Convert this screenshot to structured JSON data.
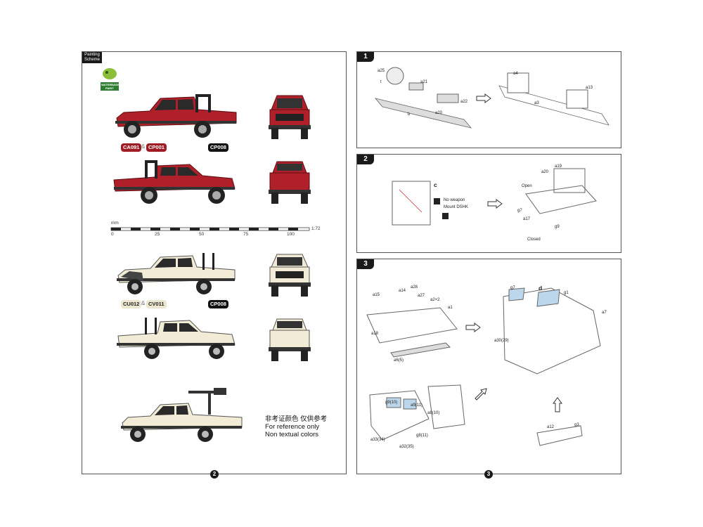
{
  "left_page": {
    "tag_line1": "Painting",
    "tag_line2": "Scheme",
    "logo_text_line1": "WATERBASED",
    "logo_text_line2": "PAINT",
    "red_codes": [
      "CA091",
      "CP001"
    ],
    "red_ampersand": "&",
    "red_black_code": "CP008",
    "cream_codes": [
      "CU012",
      "CV011"
    ],
    "cream_ampersand": "&",
    "cream_black_code": "CP008",
    "scale": {
      "unit": "mm",
      "ticks": [
        "0",
        "25",
        "50",
        "75",
        "100"
      ],
      "ratio": "1:72"
    },
    "note": {
      "chinese": "非考证颜色 仅供参考",
      "line1": "For reference only",
      "line2": "Non textual colors"
    },
    "page_number": "2",
    "colors": {
      "red_body": "#b0202a",
      "cream_body": "#f2ecd6",
      "dark": "#1a1a1a"
    }
  },
  "right_page": {
    "page_number": "3",
    "step1": {
      "number": "1",
      "labels": [
        "a25",
        "t",
        "a21",
        "b",
        "a20",
        "a22",
        "a4",
        "a3",
        "a13"
      ]
    },
    "step2": {
      "number": "2",
      "labels": [
        "c",
        "No weapon",
        "Mount DSHK",
        "a19",
        "a20",
        "Open",
        "g7",
        "a17",
        "g9",
        "Closed"
      ]
    },
    "step3": {
      "number": "3",
      "labels": [
        "a15",
        "a14",
        "a28",
        "a27",
        "a2×2",
        "a1",
        "a18",
        "a6(5)",
        "g7",
        "d",
        "g1",
        "a7",
        "a30(29)",
        "g9(10)",
        "a9(11)",
        "a8(10)",
        "g8(11)",
        "a33(34)",
        "a32(35)",
        "a12",
        "g3"
      ]
    }
  }
}
